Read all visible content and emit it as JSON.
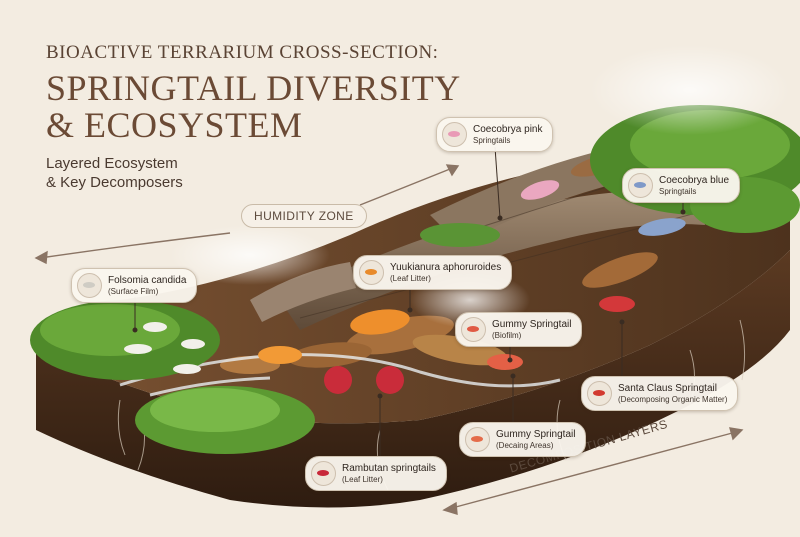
{
  "header": {
    "kicker": "BIOACTIVE TERRARIUM CROSS-SECTION:",
    "title_line1": "SPRINGTAIL DIVERSITY",
    "title_line2": "& ECOSYSTEM",
    "subtitle_line1": "Layered Ecosystem",
    "subtitle_line2": "& Key Decomposers"
  },
  "zones": {
    "humidity": "HUMIDITY ZONE",
    "decomposition": "DECOMPOSITION LAYERS"
  },
  "callouts": [
    {
      "id": "coecobrya-pink",
      "name": "Coecobrya pink",
      "habitat": "Springtails",
      "icon": "pink-springtail-icon",
      "color": "#e99ab6"
    },
    {
      "id": "coecobrya-blue",
      "name": "Coecobrya blue",
      "habitat": "Springtails",
      "icon": "blue-springtail-icon",
      "color": "#7f99c8"
    },
    {
      "id": "folsomia-candida",
      "name": "Folsomia candida",
      "habitat": "(Surface Film)",
      "icon": "white-springtail-icon",
      "color": "#dedcd6"
    },
    {
      "id": "yuukianura",
      "name": "Yuukianura aphoruroides",
      "habitat": "(Leaf Litter)",
      "icon": "orange-springtail-icon",
      "color": "#e88a2a"
    },
    {
      "id": "gummy-biofilm",
      "name": "Gummy Springtail",
      "habitat": "(Biofilm)",
      "icon": "red-springtail-icon",
      "color": "#e05a44"
    },
    {
      "id": "santa-claus",
      "name": "Santa Claus Springtail",
      "habitat": "(Decomposing Organic Matter)",
      "icon": "red-springtail-icon",
      "color": "#d23a30"
    },
    {
      "id": "gummy-decaying",
      "name": "Gummy Springtail",
      "habitat": "(Decaing Areas)",
      "icon": "orange-red-springtail-icon",
      "color": "#e46c4a"
    },
    {
      "id": "rambutan",
      "name": "Rambutan springtails",
      "habitat": "(Leaf Litter)",
      "icon": "spiky-red-springtail-icon",
      "color": "#c8283a"
    }
  ]
}
